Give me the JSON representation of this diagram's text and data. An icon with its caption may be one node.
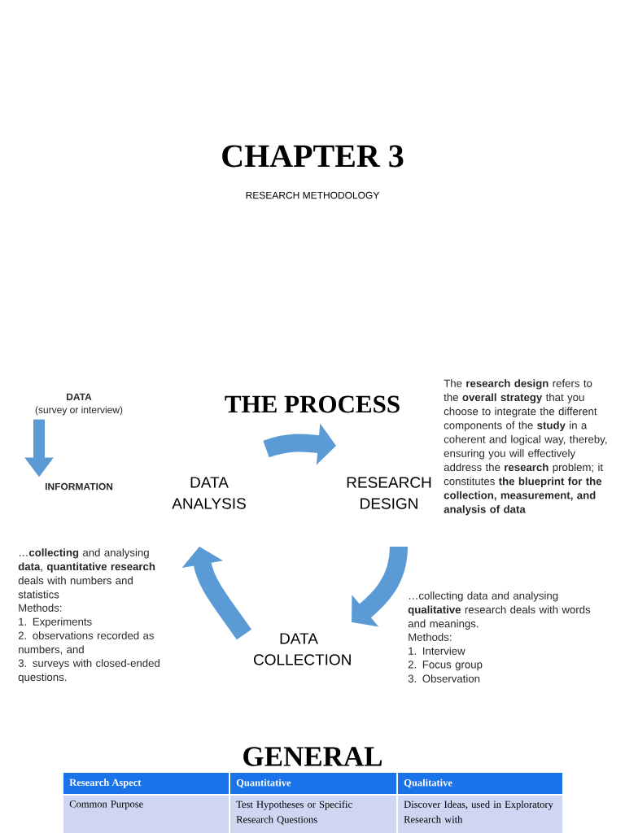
{
  "diagram": {
    "title": "CHAPTER 3",
    "nodes": [
      {
        "text": [
          "DATA ANALYSIS"
        ]
      },
      {
        "text": [
          "RESEARCH DESIGN"
        ]
      },
      {
        "text": [
          "DATA COLLECTION"
        ]
      },
      {
        "text": [
          "DATA",
          "(survey or interview)"
        ]
      },
      {
        "text": [
          "INFORMATION"
        ]
      }
    ],
    "edges": [
      {
        "from": 0,
        "to": 1,
        "arrow": "to"
      },
      {
        "from": 1,
        "to": 2,
        "arrow": "to"
      },
      {
        "from": 2,
        "to": 0,
        "arrow": "to"
      },
      {
        "from": 3,
        "to": 4,
        "arrow": "to"
      }
    ],
    "labels": [
      "RESEARCH METHODOLOGY",
      "THE PROCESS",
      "The **research design** refers to the **overall strategy** that you choose to integrate the different components of the **study** in a coherent and logical way, thereby, ensuring you will effectively address the **research** problem; it constitutes **the blueprint for the collection, measurement, and analysis of data**",
      "…**collecting** and analysing **data**, **quantitative research** deals with numbers and statistics",
      "Methods:",
      "1. Experiments",
      "2. observations recorded as numbers, and",
      "3. surveys with closed-ended questions.",
      "…collecting data and analysing **qualitative** research deals with words and meanings.",
      "Methods:",
      "1. Interview",
      "2. Focus group",
      "3. Observation",
      "GENERAL",
      "Research Aspect",
      "Quantitative",
      "Qualitative",
      "Common Purpose",
      "Test Hypotheses or Specific Research Questions",
      "Discover Ideas, used in Exploratory Research with"
    ]
  }
}
